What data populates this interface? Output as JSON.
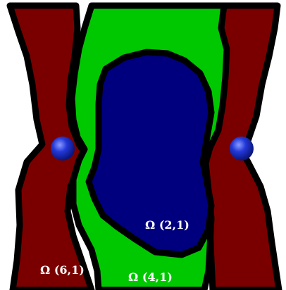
{
  "diagram": {
    "regions": [
      {
        "label": "Ω (6,1)",
        "color": "#7a0000"
      },
      {
        "label": "Ω (4,1)",
        "color": "#00c800"
      },
      {
        "label": "Ω (2,1)",
        "color": "#00007e"
      }
    ],
    "boundary_color": "#000000",
    "background_color": "#ffffff",
    "spheres": {
      "count": 2,
      "color": "#1a2fd0",
      "highlight": "#8a9bff"
    }
  }
}
